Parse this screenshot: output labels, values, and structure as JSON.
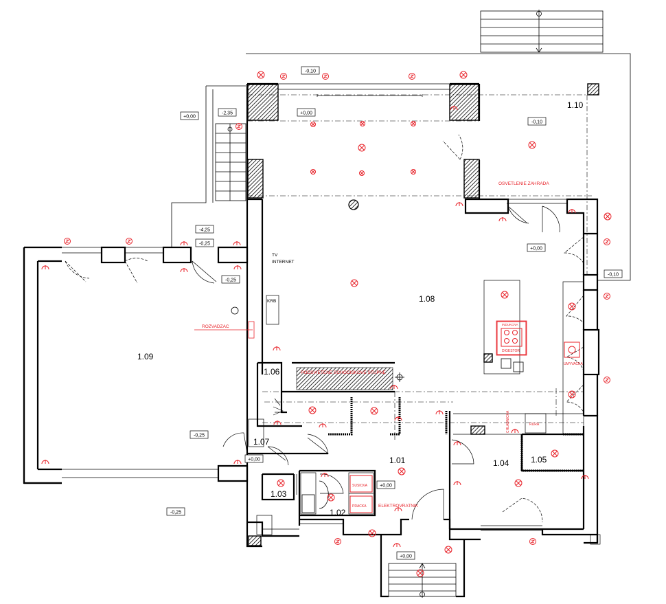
{
  "colors": {
    "wall": "#000000",
    "electrical": "#e8232a",
    "label_box": "#000000",
    "background": "#ffffff",
    "hatch": "#000000"
  },
  "rooms": [
    {
      "id": "1.01"
    },
    {
      "id": "1.02"
    },
    {
      "id": "1.03"
    },
    {
      "id": "1.04"
    },
    {
      "id": "1.05"
    },
    {
      "id": "1.06"
    },
    {
      "id": "1.07"
    },
    {
      "id": "1.08"
    },
    {
      "id": "1.09"
    },
    {
      "id": "1.10"
    }
  ],
  "levels": [
    "-0,10",
    "+0,00",
    "-0,10",
    "-2,35",
    "+0,00",
    "-4,25",
    "-0,25",
    "-0,25",
    "+0,00",
    "-0,10",
    "-0,25",
    "+0,00",
    "-0,25",
    "+0,00",
    "+0,00"
  ],
  "annotations": {
    "osvetlenie": "OSVETLENIE ZAHRADA",
    "tv": "TV",
    "internet": "INTERNET",
    "krb": "KRB",
    "rozvadzac": "ROZVADZAC",
    "schodiskove": "PODSVIETENE SCHODISKOVE STUPNE",
    "digestor": "DIGESTOR",
    "indukcia": "INDUKCNA",
    "umyvacka": "UMYVACKA",
    "chladnicka": "CHLADNICKA",
    "rura": "RURA",
    "susicka": "SUSICKA",
    "pracka": "PRACKA",
    "elektrovratnik": "ELEKTROVRATNIK"
  },
  "symbols": {
    "light": "light-fixture-icon",
    "switch": "switch-icon",
    "socket": "socket-icon",
    "outdoor_socket": "outdoor-socket-icon"
  }
}
